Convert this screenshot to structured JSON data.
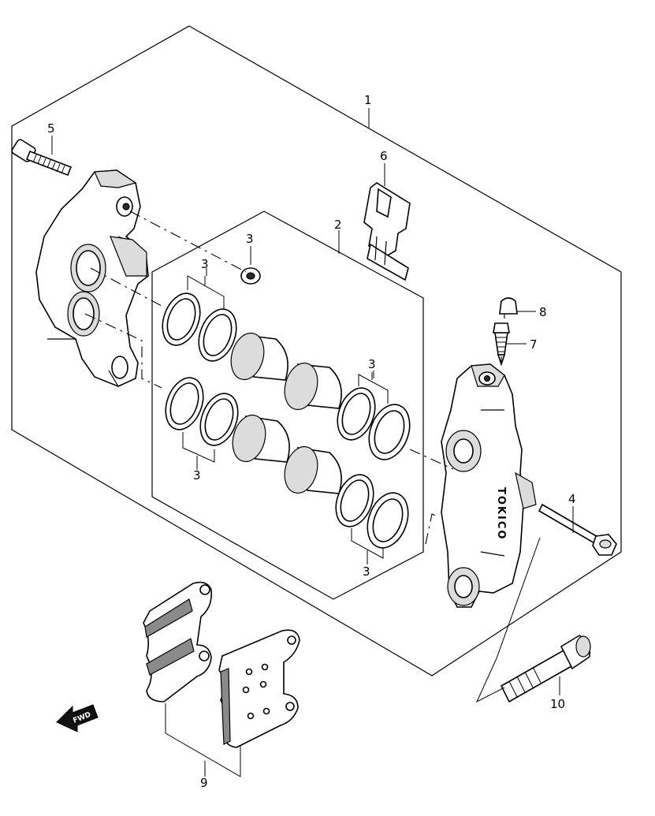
{
  "diagram": {
    "callouts": [
      {
        "id": "c1",
        "label": "1"
      },
      {
        "id": "c2",
        "label": "2"
      },
      {
        "id": "c3a",
        "label": "3"
      },
      {
        "id": "c3b",
        "label": "3"
      },
      {
        "id": "c3c",
        "label": "3"
      },
      {
        "id": "c3d",
        "label": "3"
      },
      {
        "id": "c3e",
        "label": "3"
      },
      {
        "id": "c4",
        "label": "4"
      },
      {
        "id": "c5",
        "label": "5"
      },
      {
        "id": "c6",
        "label": "6"
      },
      {
        "id": "c7",
        "label": "7"
      },
      {
        "id": "c8",
        "label": "8"
      },
      {
        "id": "c9",
        "label": "9"
      },
      {
        "id": "c10",
        "label": "10"
      }
    ],
    "caliper_brand_text": "TOKICO",
    "direction_badge": "FWD",
    "direction_icon": "arrow-left-icon"
  }
}
